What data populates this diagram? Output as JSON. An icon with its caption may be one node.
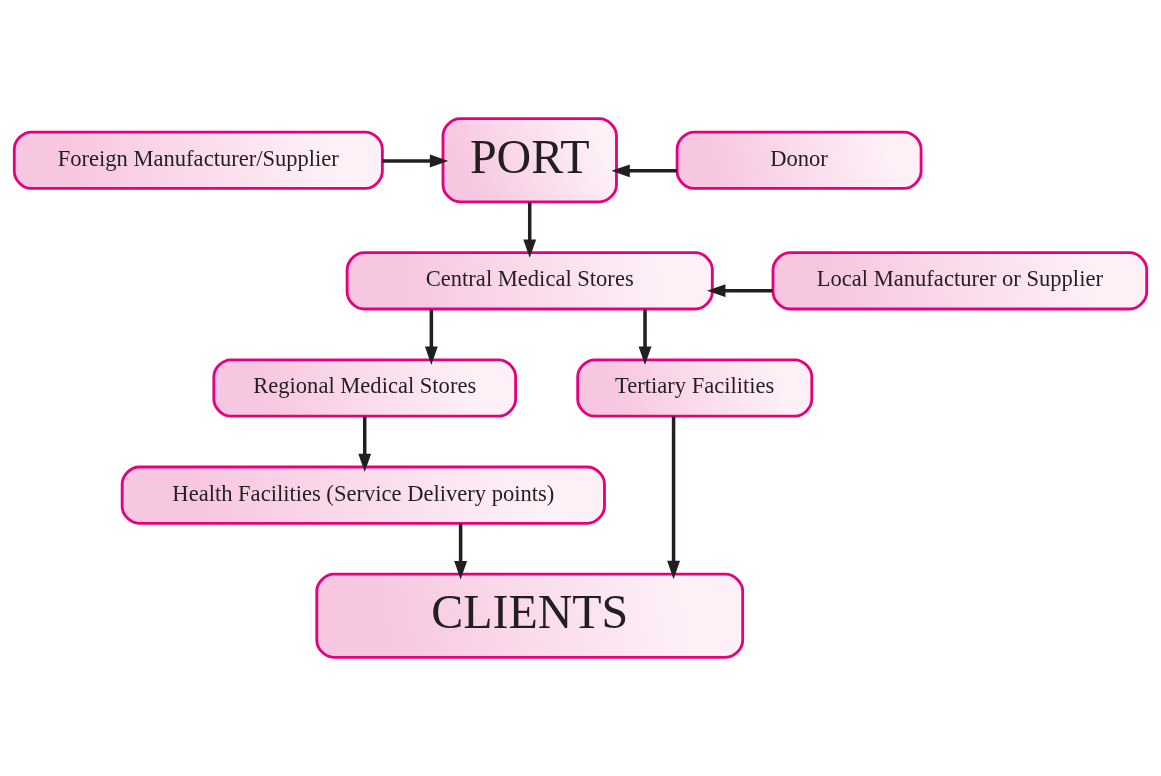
{
  "diagram": {
    "nodes": [
      {
        "text": [
          "Foreign Manufacturer/Supplier"
        ]
      },
      {
        "text": [
          "PORT"
        ]
      },
      {
        "text": [
          "Donor"
        ]
      },
      {
        "text": [
          "Central Medical Stores"
        ]
      },
      {
        "text": [
          "Local Manufacturer or Supplier"
        ]
      },
      {
        "text": [
          "Regional Medical Stores"
        ]
      },
      {
        "text": [
          "Tertiary Facilities"
        ]
      },
      {
        "text": [
          "Health Facilities (Service Delivery points)"
        ]
      },
      {
        "text": [
          "CLIENTS"
        ]
      }
    ],
    "edges": [
      {
        "from": 0,
        "to": 1,
        "arrow": "to"
      },
      {
        "from": 2,
        "to": 1,
        "arrow": "to"
      },
      {
        "from": 1,
        "to": 3,
        "arrow": "to"
      },
      {
        "from": 4,
        "to": 3,
        "arrow": "to"
      },
      {
        "from": 3,
        "to": 5,
        "arrow": "to"
      },
      {
        "from": 3,
        "to": 6,
        "arrow": "to"
      },
      {
        "from": 5,
        "to": 7,
        "arrow": "to"
      },
      {
        "from": 7,
        "to": 8,
        "arrow": "to"
      },
      {
        "from": 6,
        "to": 8,
        "arrow": "to"
      }
    ]
  }
}
